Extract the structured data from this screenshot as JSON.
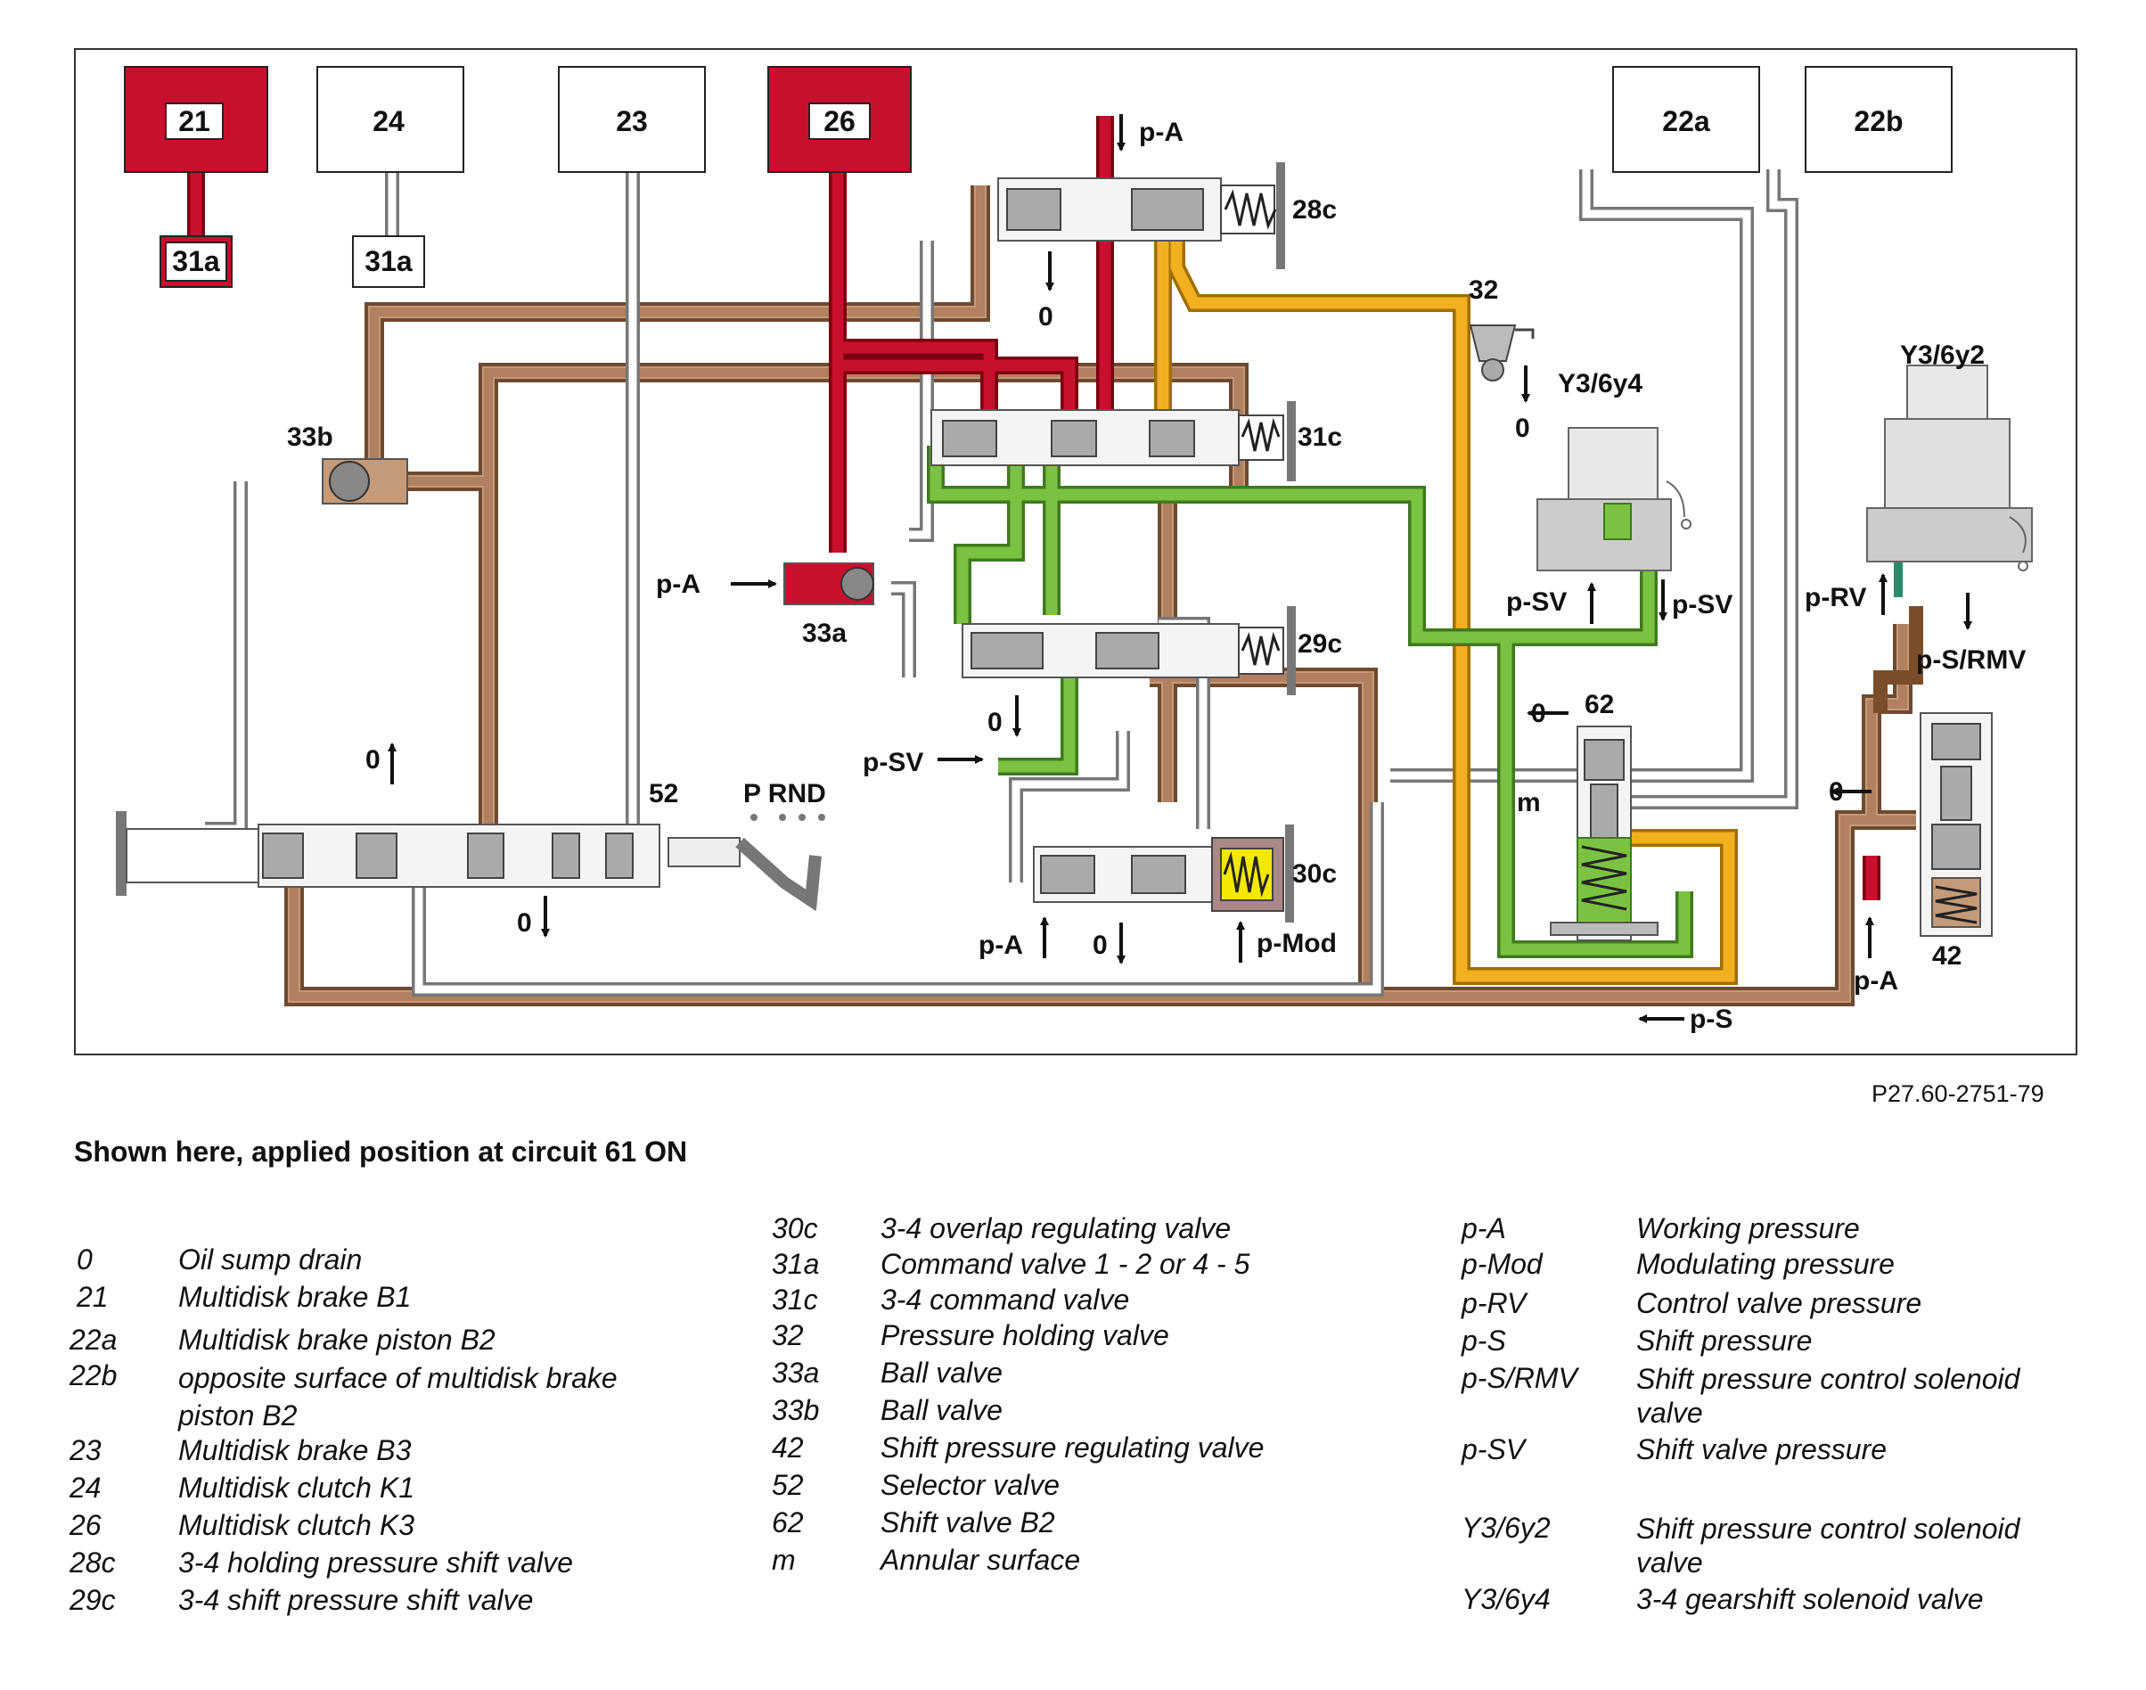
{
  "diagram": {
    "boxes": {
      "b21": "21",
      "b24": "24",
      "b23": "23",
      "b26": "26",
      "b22a": "22a",
      "b22b": "22b",
      "b31a_left": "31a",
      "b31a_right": "31a"
    },
    "labels": {
      "pA_top": "p-A",
      "l28c": "28c",
      "l0_a": "0",
      "l32": "32",
      "l0_b": "0",
      "y3_6y4": "Y3/6y4",
      "y3_6y2": "Y3/6y2",
      "l33b": "33b",
      "l31c": "31c",
      "pA_33a": "p-A",
      "l33a": "33a",
      "pSV_a": "p-SV",
      "pSV_b": "p-SV",
      "pRV": "p-RV",
      "pSRMV": "p-S/RMV",
      "l29c": "29c",
      "l0_c": "0",
      "l62": "62",
      "l0_d": "0",
      "pSV_c": "p-SV",
      "l0_e": "0",
      "l52": "52",
      "prnd": "P RND",
      "l_m": "m",
      "l0_f": "0",
      "l30c": "30c",
      "l0_g": "0",
      "pA_30c": "p-A",
      "l0_h": "0",
      "pMod": "p-Mod",
      "pA_42": "p-A",
      "l42": "42",
      "pS": "p-S"
    },
    "colors": {
      "red": "#c8102e",
      "brown": "#b08060",
      "orange": "#f0b020",
      "green": "#7cc242",
      "gray": "#b4b4b4",
      "yellow": "#f4e800",
      "teal": "#2a8a6a",
      "dark_brown": "#7a4e2a"
    }
  },
  "figure_code": "P27.60-2751-79",
  "caption": "Shown here, applied position at circuit 61 ON",
  "legend": {
    "col1": [
      {
        "key": "0",
        "value": "Oil sump drain"
      },
      {
        "key": "21",
        "value": "Multidisk brake B1"
      },
      {
        "key": "22a",
        "value": "Multidisk brake piston B2"
      },
      {
        "key": "22b",
        "value": "opposite surface of multidisk brake piston B2"
      },
      {
        "key": "23",
        "value": "Multidisk brake B3"
      },
      {
        "key": "24",
        "value": "Multidisk clutch K1"
      },
      {
        "key": "26",
        "value": "Multidisk clutch K3"
      },
      {
        "key": "28c",
        "value": "3-4 holding pressure shift valve"
      },
      {
        "key": "29c",
        "value": "3-4 shift pressure shift valve"
      }
    ],
    "col2": [
      {
        "key": "30c",
        "value": "3-4 overlap regulating valve"
      },
      {
        "key": "31a",
        "value": "Command valve 1 - 2 or 4 - 5"
      },
      {
        "key": "31c",
        "value": "3-4 command valve"
      },
      {
        "key": "32",
        "value": "Pressure holding valve"
      },
      {
        "key": "33a",
        "value": "Ball valve"
      },
      {
        "key": "33b",
        "value": "Ball valve"
      },
      {
        "key": "42",
        "value": "Shift pressure regulating valve"
      },
      {
        "key": "52",
        "value": "Selector valve"
      },
      {
        "key": "62",
        "value": "Shift valve B2"
      },
      {
        "key": "m",
        "value": "Annular surface"
      }
    ],
    "col3": [
      {
        "key": "p-A",
        "value": "Working pressure"
      },
      {
        "key": "p-Mod",
        "value": "Modulating pressure"
      },
      {
        "key": "p-RV",
        "value": "Control valve pressure"
      },
      {
        "key": "p-S",
        "value": "Shift pressure"
      },
      {
        "key": "p-S/RMV",
        "value": "Shift pressure control solenoid valve"
      },
      {
        "key": "p-SV",
        "value": "Shift valve pressure"
      },
      {
        "key": "Y3/6y2",
        "value": "Shift pressure control solenoid valve"
      },
      {
        "key": "Y3/6y4",
        "value": "3-4 gearshift solenoid valve"
      }
    ]
  }
}
